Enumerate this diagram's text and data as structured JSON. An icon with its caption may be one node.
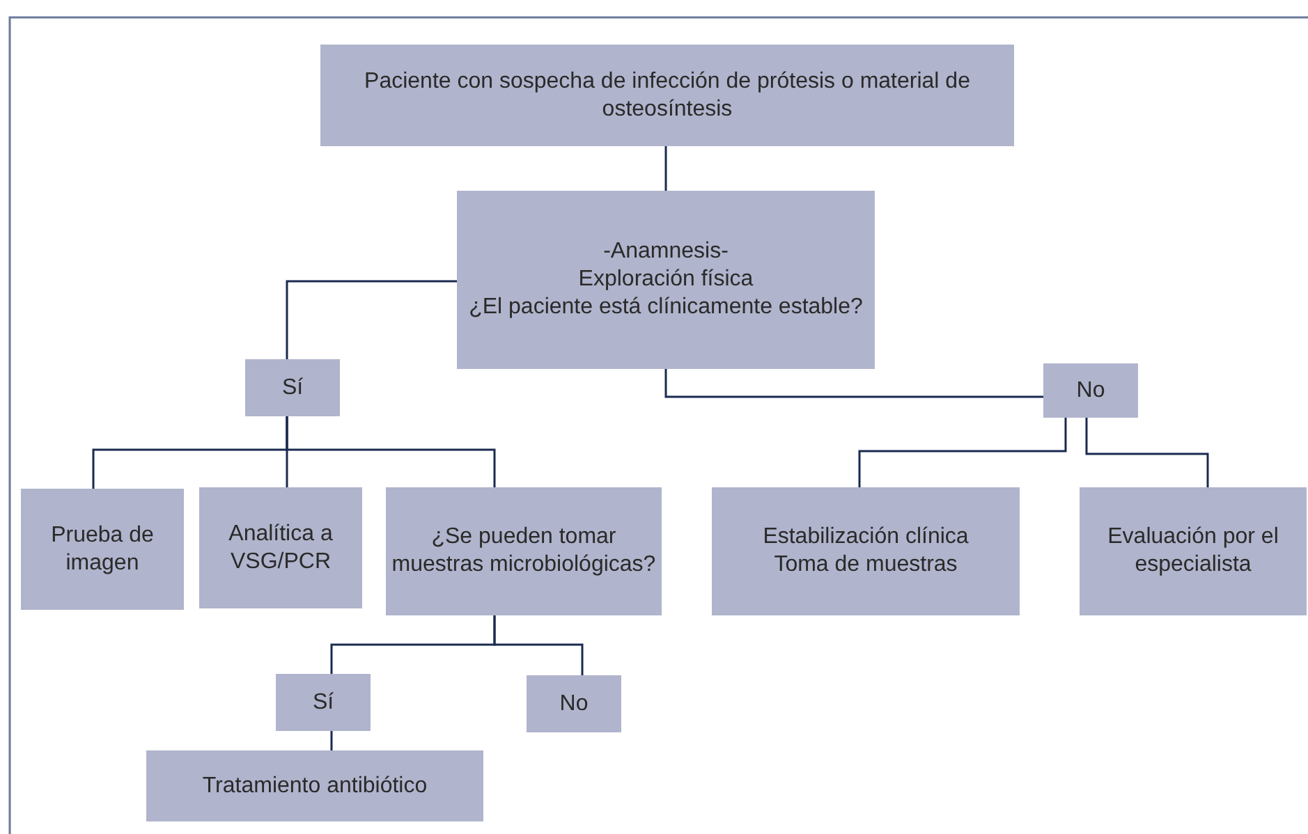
{
  "diagram": {
    "nodes": [
      {
        "text": [
          "Paciente con sospecha de infección de prótesis o material de osteosíntesis"
        ]
      },
      {
        "text": [
          "-Anamnesis-",
          "Exploración física",
          "¿El paciente está clínicamente estable?"
        ]
      },
      {
        "text": [
          "Sí"
        ]
      },
      {
        "text": [
          "No"
        ]
      },
      {
        "text": [
          "Prueba de imagen"
        ]
      },
      {
        "text": [
          "Analítica a VSG/PCR"
        ]
      },
      {
        "text": [
          "¿Se pueden tomar muestras microbiológicas?"
        ]
      },
      {
        "text": [
          "Estabilización clínica",
          "Toma de muestras"
        ]
      },
      {
        "text": [
          "Evaluación por el especialista"
        ]
      },
      {
        "text": [
          "Sí"
        ]
      },
      {
        "text": [
          "No"
        ]
      },
      {
        "text": [
          "Tratamiento antibiótico"
        ]
      }
    ],
    "edges": [
      {
        "from": 0,
        "to": 1,
        "arrow": "none"
      },
      {
        "from": 1,
        "to": 2,
        "arrow": "none"
      },
      {
        "from": 1,
        "to": 3,
        "arrow": "none"
      },
      {
        "from": 2,
        "to": 4,
        "arrow": "none"
      },
      {
        "from": 2,
        "to": 5,
        "arrow": "none"
      },
      {
        "from": 2,
        "to": 6,
        "arrow": "none"
      },
      {
        "from": 3,
        "to": 7,
        "arrow": "none"
      },
      {
        "from": 3,
        "to": 8,
        "arrow": "none"
      },
      {
        "from": 6,
        "to": 9,
        "arrow": "none"
      },
      {
        "from": 6,
        "to": 10,
        "arrow": "none"
      },
      {
        "from": 9,
        "to": 11,
        "arrow": "none"
      }
    ]
  }
}
